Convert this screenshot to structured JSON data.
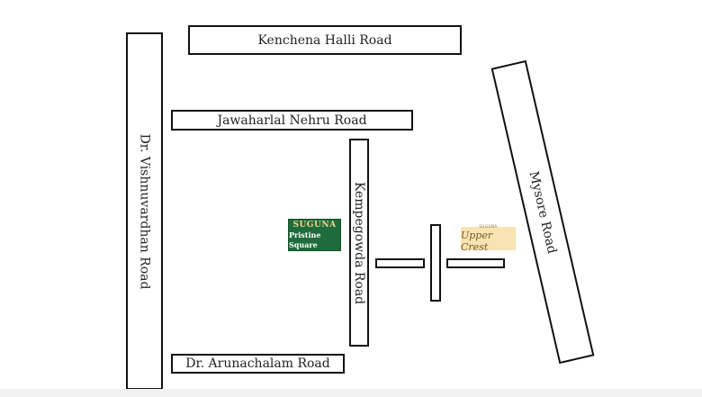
{
  "roads": {
    "kenchena_halli": "Kenchena Halli Road",
    "jawaharlal_nehru": "Jawaharlal Nehru Road",
    "vishnuvardhan": "Dr. Vishnuvardhan Road",
    "kempegowda": "Kempegowda Road",
    "mysore": "Mysore Road",
    "arunachalam": "Dr. Arunachalam Road"
  },
  "landmarks": {
    "pristine_square": {
      "brand": "SUGUNA",
      "name": "Pristine Square",
      "color": "#1e6b3c"
    },
    "upper_crest": {
      "brand": "SUGUNA",
      "name": "Upper Crest",
      "color": "#f7e3b3"
    }
  }
}
